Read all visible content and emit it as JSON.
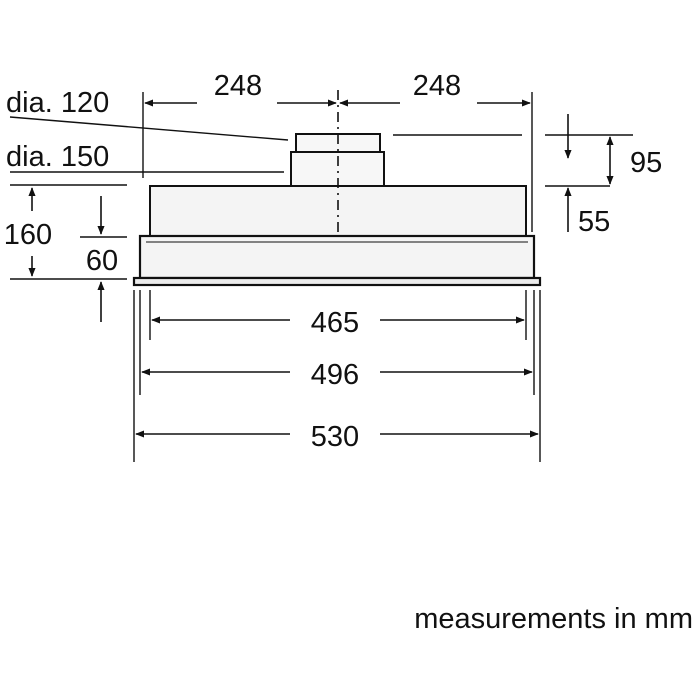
{
  "labels": {
    "top_left_width": "248",
    "top_right_width": "248",
    "duct_dia_small": "dia. 120",
    "duct_dia_large": "dia. 150",
    "total_height": "160",
    "frame_offset": "60",
    "duct_height": "95",
    "duct_offset": "55",
    "inner_width": "465",
    "cutout_width": "496",
    "overall_width": "530"
  },
  "footnote": "measurements in mm",
  "colors": {
    "line": "#111111",
    "body_fill": "#f4f4f4",
    "rim_fill": "#ececec"
  }
}
